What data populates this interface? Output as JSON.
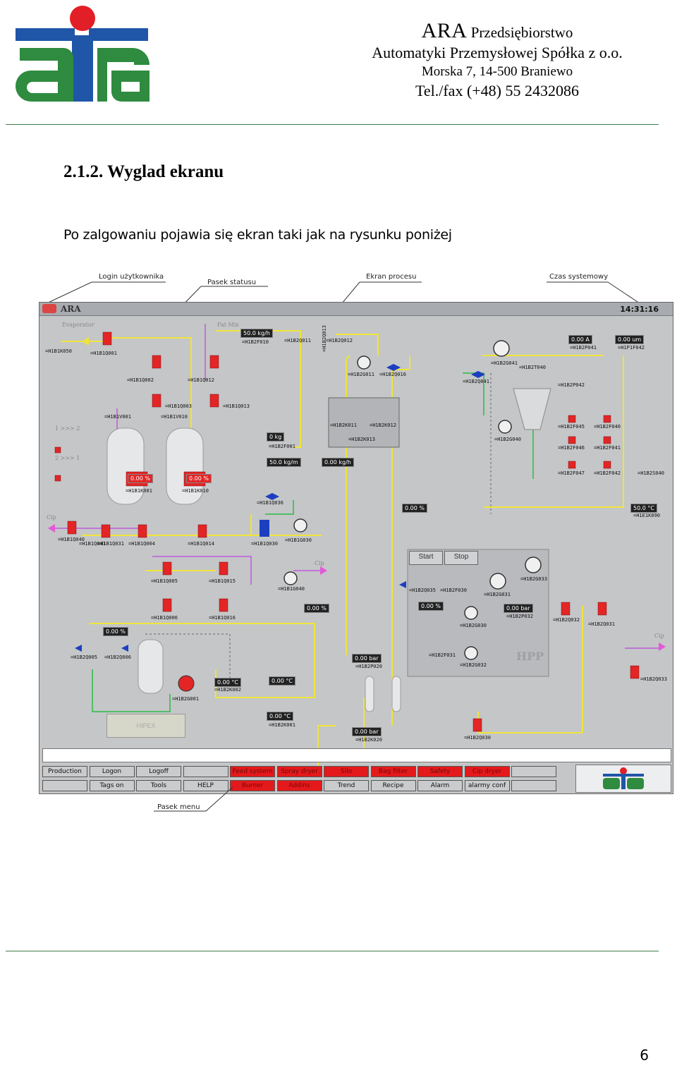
{
  "header": {
    "company_name": "ARA",
    "company_line1_rest": "Przedsiębiorstwo",
    "company_line2": "Automatyki Przemysłowej Spółka z o.o.",
    "address": "Morska 7, 14-500 Braniewo",
    "phone": "Tel./fax (+48) 55 2432086"
  },
  "section": {
    "heading": "2.1.2. Wyglad ekranu",
    "paragraph": "Po zalgowaniu pojawia się ekran taki jak na rysunku poniżej"
  },
  "callouts": {
    "login": "Login użytkownika",
    "status": "Pasek statusu",
    "process": "Ekran procesu",
    "clock": "Czas systemowy",
    "menu": "Pasek menu"
  },
  "screen": {
    "app_title": "ARA",
    "time": "14:31:16",
    "labels": {
      "evaporator": "Evaporator",
      "fat_mix": "Fat Mix",
      "hpp": "HPP",
      "hipex": "HIPEX",
      "cip1": "Cip",
      "cip2": "Cip",
      "cip3": "Cip",
      "seq1": "1 >>> 2",
      "seq2": "2 >>> 1"
    },
    "start": "Start",
    "stop": "Stop",
    "values": {
      "v1": "50.0 kg/h",
      "v2": "0 kg",
      "v3": "50.0 kg/m",
      "v4": "0.00 kg/h",
      "v5": "0.00 %",
      "v6": "0.00 %",
      "v7": "0.00 %",
      "v8": "0.00 %",
      "v9": "0.00 %",
      "v10": "0.00 °C",
      "v11": "0.00 °C",
      "v12": "0.00 °C",
      "v13": "0.00 bar",
      "v14": "0.00 bar",
      "v15": "0.00 bar",
      "v16": "0.00 A",
      "v17": "0.00 um",
      "v18": "50.0 °C",
      "v19": "0.00 %",
      "v20": "0.00 %"
    },
    "tags": {
      "t1": "=H1B1K050",
      "t2": "=H1B1Q001",
      "t3": "=H1B1Q002",
      "t4": "=H1B1Q012",
      "t5": "=H1B1Q003",
      "t6": "=H1B1Q013",
      "t7": "=H1B1V001",
      "t8": "=H1B1V010",
      "t9": "=H1B2F010",
      "t10": "=H1B2Q011",
      "t11": "=H1B2Q012",
      "t12": "=H1B2Q013",
      "t13": "=H1B2G011",
      "t14": "=H1B2Q016",
      "t15": "=H1B2K011",
      "t16": "=H1B2K012",
      "t17": "=H1B2K013",
      "t18": "=H1B2F001",
      "t19": "=H1B2G041",
      "t20": "=H1B2T040",
      "t21": "=H1B2Q041",
      "t22": "=H1B2P042",
      "t23": "=H1B2P041",
      "t24": "=H1P1F042",
      "t25": "=H1B2F045",
      "t26": "=H1B2F040",
      "t27": "=H1B2F046",
      "t28": "=H1B2F041",
      "t29": "=H1B2F047",
      "t30": "=H1B2F042",
      "t31": "=H1B2S040",
      "t32": "=H1B2G040",
      "t33": "=H1E1K090",
      "t34": "=H1B1Q040",
      "t35": "=H1B1Q031",
      "t36": "=H1B1Q004",
      "t37": "=H1B1Q014",
      "t38": "=H1B1Q030",
      "t39": "=H1B1Q036",
      "t40": "=H1B1G030",
      "t41": "=H1B1G040",
      "t42": "=H1B1Q005",
      "t43": "=H1B1Q015",
      "t44": "=H1B1Q006",
      "t45": "=H1B1Q016",
      "t46": "=H1B2Q005",
      "t47": "=H1B2Q006",
      "t48": "=H1B2G001",
      "t49": "=H1B2K002",
      "t50": "=H1B2K001",
      "t51": "=H1B2P020",
      "t52": "=H1B2K020",
      "t53": "=H1B2Q030",
      "t54": "=H1B2Q035",
      "t55": "=H1B2F030",
      "t56": "=H1B2G031",
      "t57": "=H1B2G033",
      "t58": "=H1B2G030",
      "t59": "=H1B2P032",
      "t60": "=H1B2F031",
      "t61": "=H1B2G032",
      "t62": "=H1B2Q032",
      "t63": "=H1B2Q031",
      "t64": "=H1B2Q033",
      "t65": "=H1B1Q041",
      "t66": "=H1B1K001",
      "t67": "=H1B1K010"
    },
    "menu_row1": [
      "Production",
      "Logon",
      "Logoff",
      "",
      "Feed system",
      "Spray dryer",
      "Silo",
      "Bag filter",
      "Safety",
      "Cip dryer",
      ""
    ],
    "menu_row2": [
      "",
      "Tags on",
      "Tools",
      "HELP",
      "Burner",
      "Addins",
      "Trend",
      "Recipe",
      "Alarm",
      "alarmy conf",
      ""
    ]
  },
  "page_number": "6",
  "colors": {
    "logo_green": "#2e8b3f",
    "logo_blue": "#1f56a8",
    "logo_red": "#e21f26",
    "pipe_yellow": "#f0e43a",
    "pipe_green": "#2dbb45",
    "pipe_purple": "#c05ad8",
    "valve_red": "#e32526"
  }
}
